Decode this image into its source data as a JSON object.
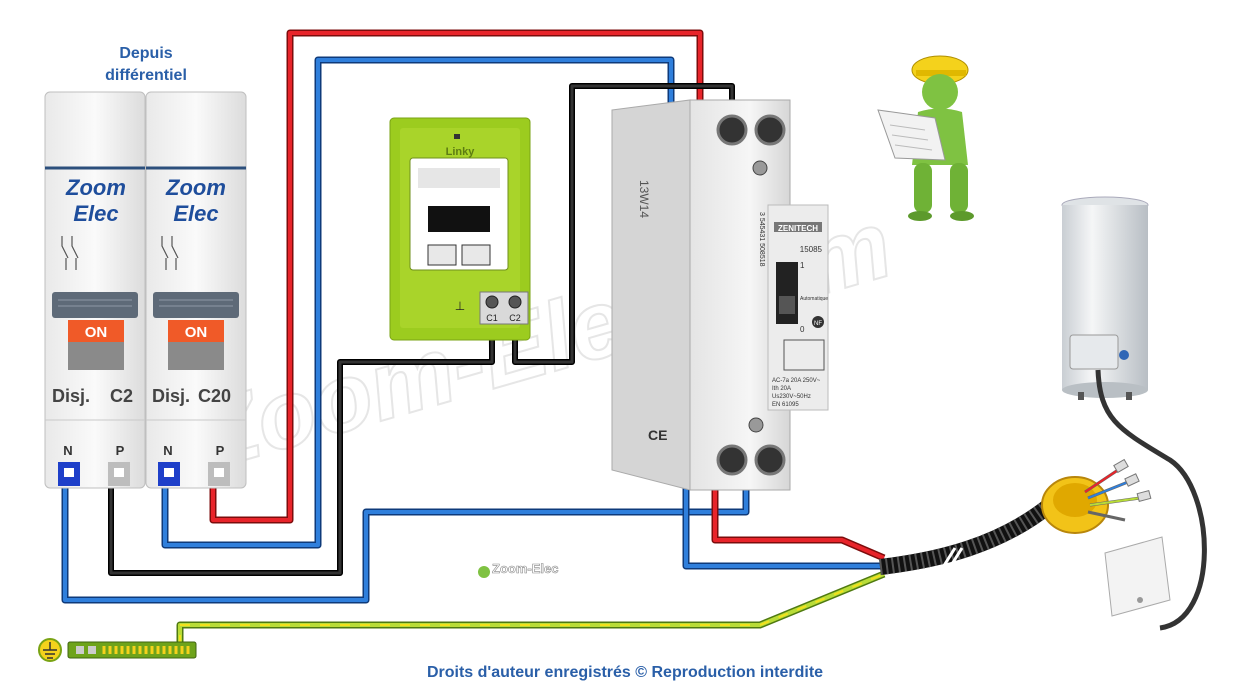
{
  "header": {
    "line1": "Depuis",
    "line2": "différentiel"
  },
  "breakers": [
    {
      "brand1": "Zoom",
      "brand2": "Elec",
      "on": "ON",
      "prefix": "Disj.",
      "rating": "C2",
      "n": "N",
      "p": "P"
    },
    {
      "brand1": "Zoom",
      "brand2": "Elec",
      "on": "ON",
      "prefix": "Disj.",
      "rating": "C20",
      "n": "N",
      "p": "P"
    }
  ],
  "meter": {
    "brand": "Linky",
    "c1": "C1",
    "c2": "C2"
  },
  "contactor": {
    "model": "15085",
    "maker": "ZENITECH",
    "mode": "Automatique",
    "pos1": "1",
    "pos0": "0",
    "spec1": "AC-7a 20A 250V~",
    "spec2": "Ith 20A",
    "spec3": "Us230V~50Hz",
    "spec4": "EN 61095",
    "ref": "3 545431 508518",
    "mark": "CE",
    "nf": "NF",
    "side": "13W14"
  },
  "watermark": {
    "big": "Zoom-Elec.com",
    "small": "Zoom-Elec"
  },
  "footer": {
    "text": "Droits d'auteur enregistrés © Reproduction interdite"
  },
  "colors": {
    "phase": "#e8242a",
    "neutral": "#2f7fdc",
    "control": "#222222",
    "earth": "#9acd32",
    "label_blue": "#2a5fa8",
    "meter_green": "#9ccc1f"
  }
}
